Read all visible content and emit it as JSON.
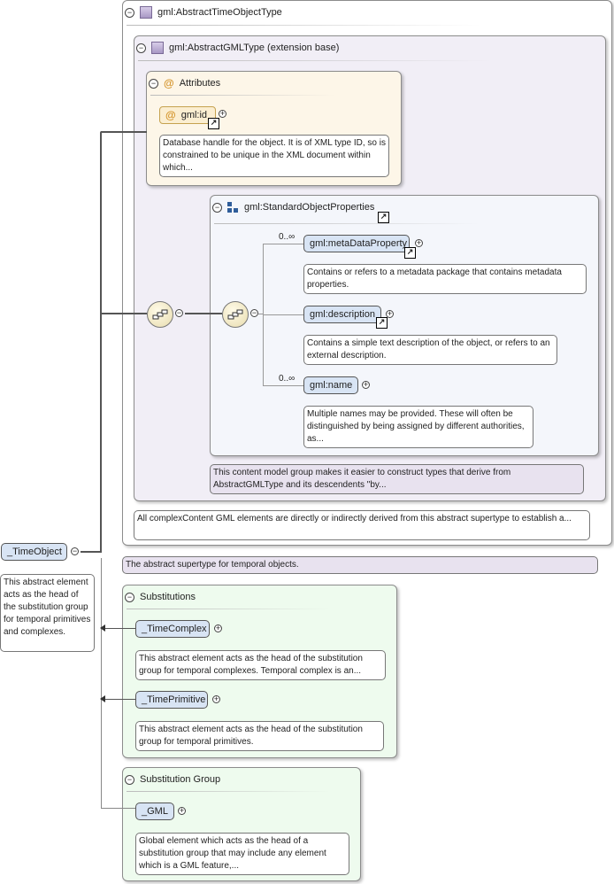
{
  "outer_type": {
    "title": "gml:AbstractTimeObjectType"
  },
  "gml_type": {
    "title": "gml:AbstractGMLType (extension base)"
  },
  "attributes": {
    "title": "Attributes",
    "id_label": "gml:id",
    "id_doc": "Database handle for the object. It is of XML type ID, so is constrained to be unique in the XML document within which..."
  },
  "std_props": {
    "title": "gml:StandardObjectProperties",
    "items": [
      {
        "label": "gml:metaDataProperty",
        "cardinality": "0..∞",
        "doc": "Contains or refers to a metadata package that contains metadata properties."
      },
      {
        "label": "gml:description",
        "cardinality": "",
        "doc": "Contains a simple text description of the object, or refers to an external description."
      },
      {
        "label": "gml:name",
        "cardinality": "0..∞",
        "doc": "Multiple names may be provided. These will often be distinguished by being assigned by different authorities, as..."
      }
    ],
    "group_doc": "This content model group makes it easier to construct types that derive from AbstractGMLType and its descendents \"by..."
  },
  "gml_type_doc": "All complexContent GML elements are directly or indirectly derived from this abstract supertype to establish a...",
  "outer_type_doc": "The abstract supertype for temporal objects.",
  "root": {
    "label": "_TimeObject",
    "doc": "This abstract element acts as the head of the substitution group for temporal primitives and complexes."
  },
  "substitutions": {
    "title": "Substitutions",
    "items": [
      {
        "label": "_TimeComplex",
        "doc": "This abstract element acts as the head of the substitution group for temporal complexes. Temporal complex is an..."
      },
      {
        "label": "_TimePrimitive",
        "doc": "This abstract element acts as the head of the substitution group for temporal primitives."
      }
    ]
  },
  "subst_group": {
    "title": "Substitution Group",
    "label": "_GML",
    "doc": "Global element which acts as the head of a substitution group that may include any element which is a GML feature,..."
  },
  "glyphs": {
    "minus": "−",
    "plus": "+",
    "at": "@",
    "link": "↗"
  },
  "colors": {
    "outer_bg": "#ffffff",
    "gml_type_bg": "#f1eef6",
    "attributes_bg": "#fdf6e8",
    "std_props_bg": "#f4f6fb",
    "elem_bg": "#d8e4f4",
    "substitutions_bg": "#eefbee",
    "doc_purple_bg": "#e8e2ef"
  }
}
